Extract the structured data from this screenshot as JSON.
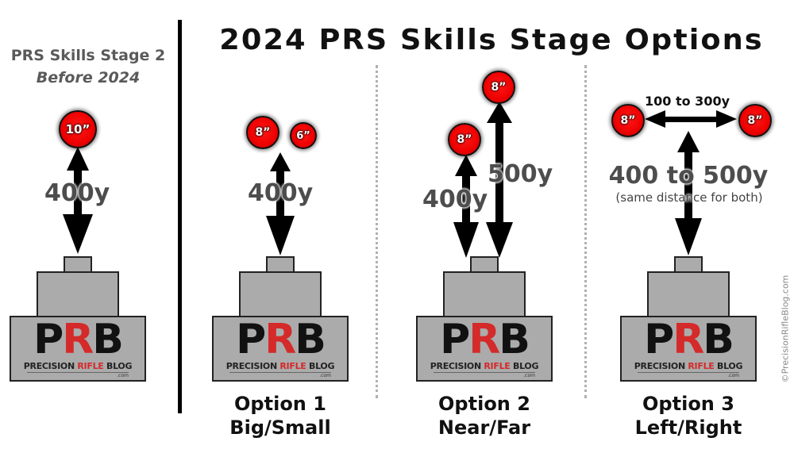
{
  "header": {
    "title": "2024 PRS Skills Stage Options"
  },
  "before": {
    "title": "PRS Skills Stage 2",
    "subtitle": "Before 2024",
    "target": "10”",
    "distance": "400y"
  },
  "options": [
    {
      "label": "Option 1",
      "sublabel": "Big/Small",
      "targets": [
        "8”",
        "6”"
      ],
      "distance": "400y"
    },
    {
      "label": "Option 2",
      "sublabel": "Near/Far",
      "targets": [
        "8”",
        "8”"
      ],
      "near_distance": "400y",
      "far_distance": "500y"
    },
    {
      "label": "Option 3",
      "sublabel": "Left/Right",
      "targets": [
        "8”",
        "8”"
      ],
      "spacing": "100 to 300y",
      "distance": "400 to 500y",
      "distance_note": "(same distance for both)"
    }
  ],
  "logo": {
    "p": "P",
    "r": "R",
    "b": "B",
    "tagline_a": "PRECISION ",
    "tagline_b": "RIFLE",
    "tagline_c": " BLOG",
    "dotcom": ".com"
  },
  "copyright": "©PrecisionRifleBlog.com",
  "colors": {
    "target_red": "#ee0000",
    "barricade_gray": "#ababab",
    "distance_text": "#4d4d4d",
    "logo_red": "#d42a2a",
    "divider_dotted": "#b0b0b0"
  }
}
